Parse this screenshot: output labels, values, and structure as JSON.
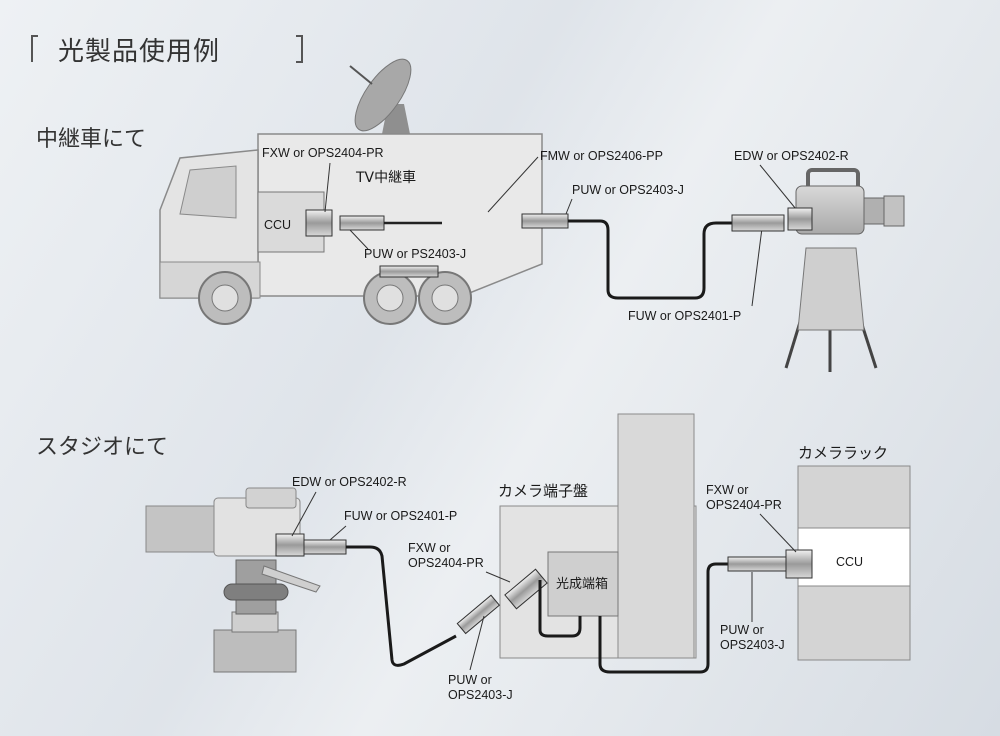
{
  "title": "光製品使用例",
  "sections": {
    "truck": "中継車にて",
    "studio": "スタジオにて"
  },
  "truck": {
    "name": "TV中継車",
    "ccu": "CCU",
    "fxw": "FXW or OPS2404-PR",
    "puw_ps": "PUW or PS2403-J",
    "fmw": "FMW or OPS2406-PP",
    "puw": "PUW or OPS2403-J",
    "edw": "EDW or OPS2402-R",
    "fuw": "FUW or OPS2401-P"
  },
  "studio": {
    "edw": "EDW or OPS2402-R",
    "fuw": "FUW or OPS2401-P",
    "terminal_panel": "カメラ端子盤",
    "fxw_line1": "FXW or",
    "fxw_line2": "OPS2404-PR",
    "optical_box": "光成端箱",
    "puw_line1": "PUW or",
    "puw_line2": "OPS2403-J",
    "rack": "カメララック",
    "rack_fxw_line1": "FXW or",
    "rack_fxw_line2": "OPS2404-PR",
    "rack_ccu": "CCU",
    "rack_puw_line1": "PUW or",
    "rack_puw_line2": "OPS2403-J"
  }
}
